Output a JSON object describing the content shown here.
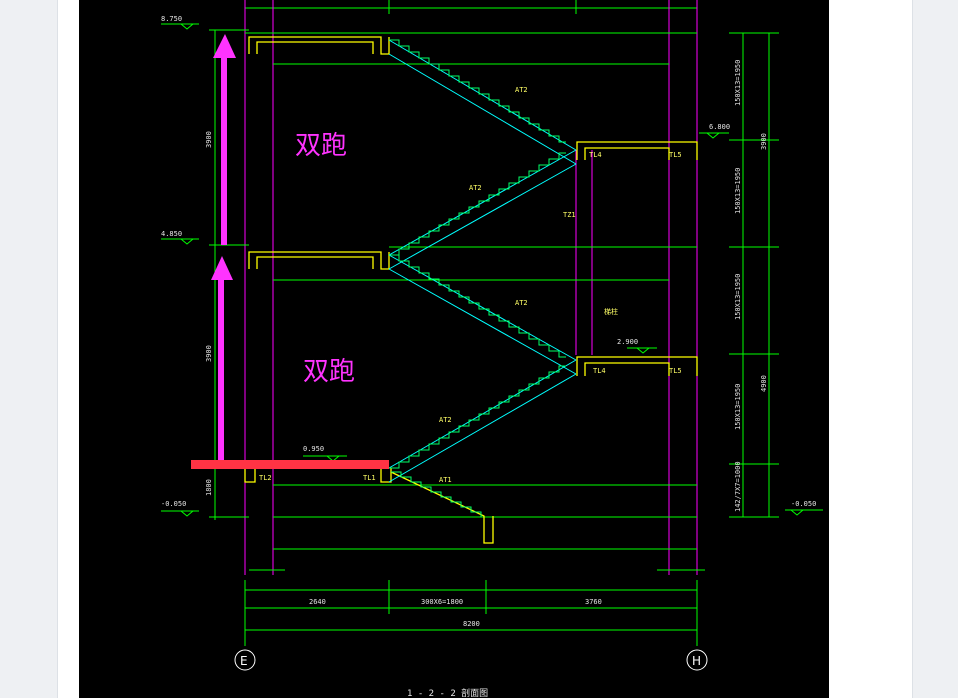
{
  "drawing": {
    "annotation_upper": "双跑",
    "annotation_lower": "双跑",
    "level_8750": "8.750",
    "level_4850": "4.850",
    "level_0950": "0.950",
    "level_m0050_left": "-0.050",
    "level_m0050_right": "-0.050",
    "level_6800": "6.800",
    "level_2900": "2.900",
    "dim_left_upper": "3900",
    "dim_left_middle": "3900",
    "dim_left_lower": "1800",
    "dim_right_total_upper": "3900",
    "dim_right_total_lower": "4900",
    "dim_right_seg1": "150X13=1950",
    "dim_right_seg2": "150X13=1950",
    "dim_right_seg3": "150X13=1950",
    "dim_right_seg4": "150X13=1950",
    "dim_right_seg5": "142/7X7=1000",
    "dim_bottom_1": "2640",
    "dim_bottom_2": "300X6=1800",
    "dim_bottom_3": "3760",
    "dim_bottom_total": "8200",
    "stair_at2_a": "AT2",
    "stair_at2_b": "AT2",
    "stair_at2_c": "AT2",
    "stair_at2_d": "AT2",
    "stair_at1": "AT1",
    "beam_tl4_upper": "TL4",
    "beam_tl5_upper": "TL5",
    "beam_tl4_lower": "TL4",
    "beam_tl5_lower": "TL5",
    "beam_tl2": "TL2",
    "beam_tl1": "TL1",
    "column_tz1": "TZ1",
    "note_small": "梯柱",
    "axis_e": "E",
    "axis_h": "H",
    "section_title": "1 - 2 - 2 剖面图",
    "colors": {
      "background": "#000000",
      "grid_green": "#00ff00",
      "slab_yellow": "#ffff00",
      "stair_cyan": "#00ffff",
      "column_magenta": "#ff00ff",
      "arrow_magenta": "#ff33ff",
      "marker_red": "#ff3344"
    }
  }
}
